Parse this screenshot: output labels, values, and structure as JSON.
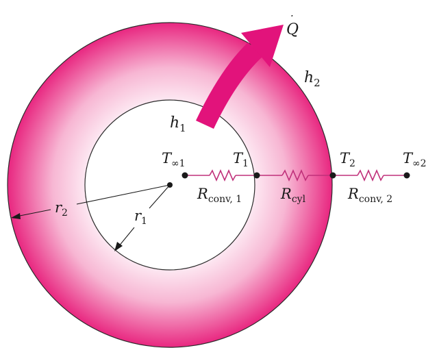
{
  "diagram": {
    "heat_rate": {
      "symbol": "Q",
      "dot": "·"
    },
    "outer_coefficient": {
      "base": "h",
      "sub": "2"
    },
    "inner_coefficient": {
      "base": "h",
      "sub": "1"
    },
    "temperatures": [
      {
        "id": "t_inf1",
        "base": "T",
        "sub": "∞1"
      },
      {
        "id": "t1",
        "base": "T",
        "sub": "1"
      },
      {
        "id": "t2",
        "base": "T",
        "sub": "2"
      },
      {
        "id": "t_inf2",
        "base": "T",
        "sub": "∞2"
      }
    ],
    "resistances": [
      {
        "id": "r_conv1",
        "base": "R",
        "sub": "conv, 1"
      },
      {
        "id": "r_cyl",
        "base": "R",
        "sub": "cyl"
      },
      {
        "id": "r_conv2",
        "base": "R",
        "sub": "conv, 2"
      }
    ],
    "radii": [
      {
        "id": "r2",
        "base": "r",
        "sub": "2"
      },
      {
        "id": "r1",
        "base": "r",
        "sub": "1"
      }
    ],
    "colors": {
      "wall": "#e8257f",
      "arrow": "#e2137b",
      "circuit": "#c0307a",
      "ink": "#1a1a1a"
    }
  }
}
